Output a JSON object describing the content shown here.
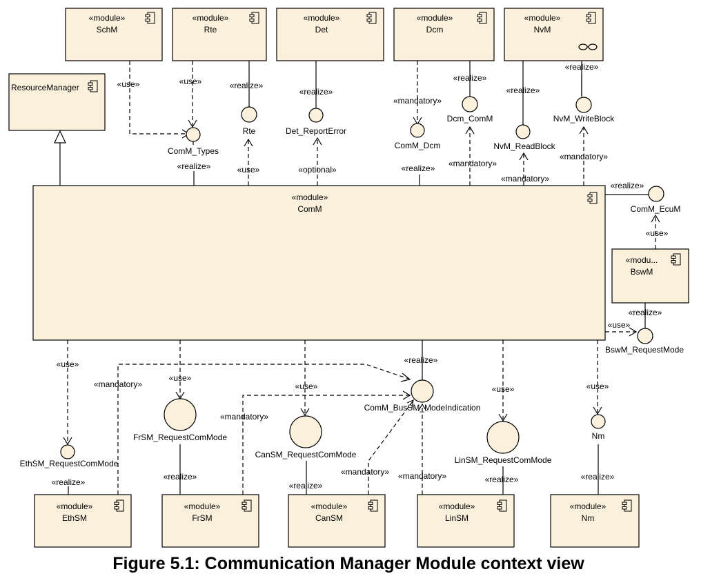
{
  "stereotype": "«module»",
  "stereotype_short": "«modu...",
  "modules": {
    "schm": "SchM",
    "rte": "Rte",
    "det": "Det",
    "dcm": "Dcm",
    "nvm": "NvM",
    "resource_manager": "ResourceManager",
    "comm": "ComM",
    "bswm": "BswM",
    "ethsm": "EthSM",
    "frsm": "FrSM",
    "cansm": "CanSM",
    "linsm": "LinSM",
    "nm": "Nm"
  },
  "interfaces": {
    "comm_types": "ComM_Types",
    "rte": "Rte",
    "det_report_error": "Det_ReportError",
    "comm_dcm": "ComM_Dcm",
    "dcm_comm": "Dcm_ComM",
    "nvm_read_block": "NvM_ReadBlock",
    "nvm_write_block": "NvM_WriteBlock",
    "comm_ecum": "ComM_EcuM",
    "bswm_request_mode": "BswM_RequestMode",
    "comm_bussm_mode_indication": "ComM_BusSM_ModeIndication",
    "ethsm_request_com_mode": "EthSM_RequestComMode",
    "frsm_request_com_mode": "FrSM_RequestComMode",
    "cansm_request_com_mode": "CanSM_RequestComMode",
    "linsm_request_com_mode": "LinSM_RequestComMode",
    "nm": "Nm"
  },
  "relations": {
    "use": "«use»",
    "realize": "«realize»",
    "mandatory": "«mandatory»",
    "optional": "«optional»"
  },
  "caption": "Figure 5.1: Communication Manager Module context view",
  "colors": {
    "box_fill": "#faf0dc",
    "stroke": "#000000"
  }
}
